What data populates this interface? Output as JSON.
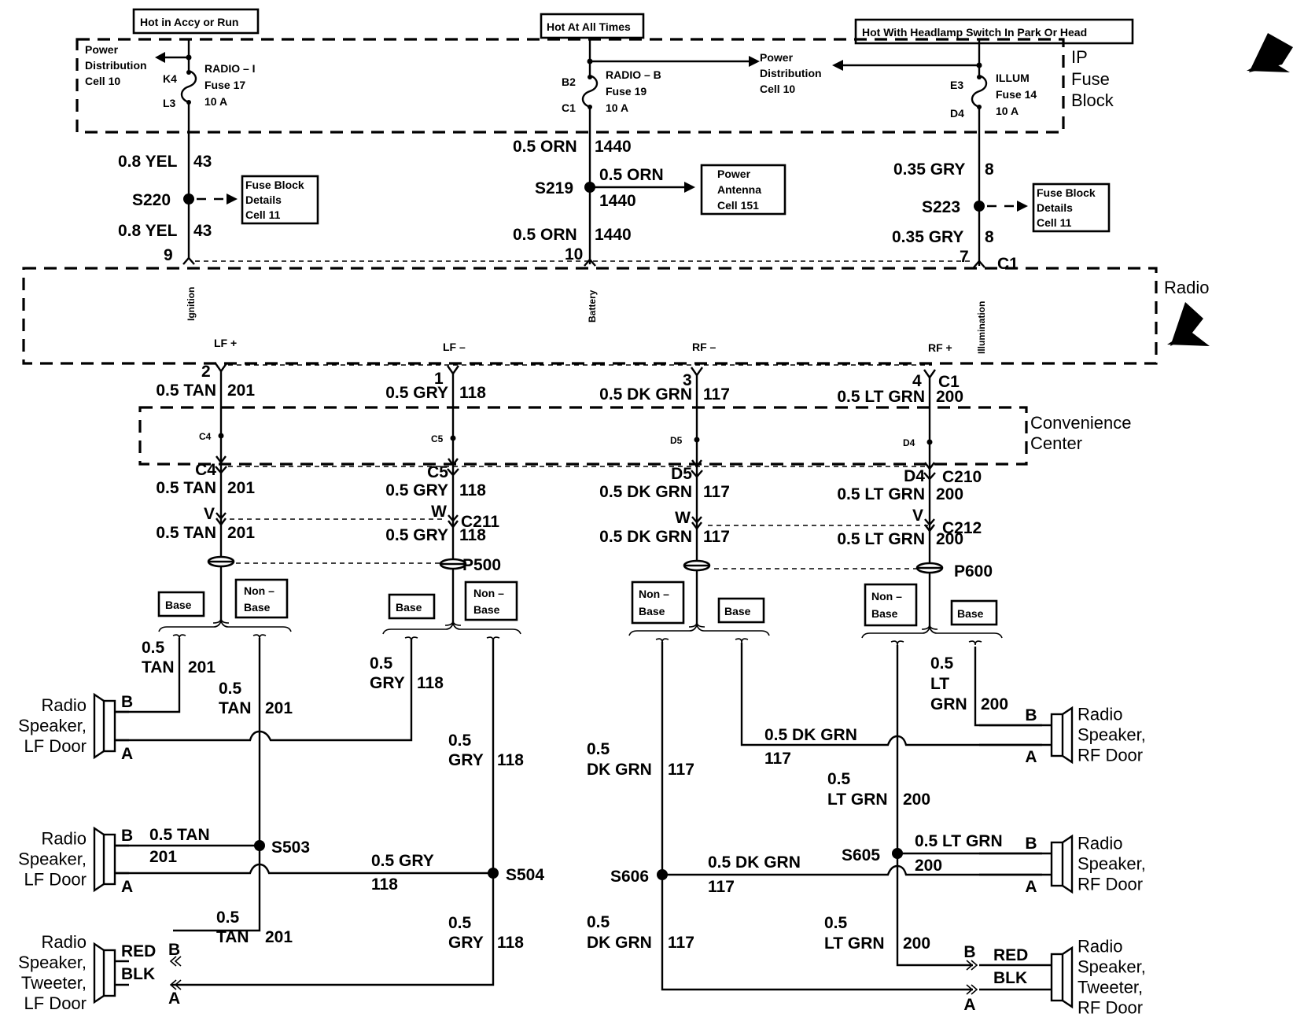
{
  "power_sources": {
    "accy_run": "Hot in Accy or Run",
    "all_times": "Hot At All Times",
    "headlamp": "Hot With Headlamp Switch In Park Or Head"
  },
  "ip_fuse_block": {
    "label_line1": "IP",
    "label_line2": "Fuse",
    "label_line3": "Block",
    "power_dist_left": [
      "Power",
      "Distribution",
      "Cell 10"
    ],
    "power_dist_mid": [
      "Power",
      "Distribution",
      "Cell 10"
    ],
    "fuses": [
      {
        "name": "RADIO – I",
        "fuse": "Fuse 17",
        "rating": "10 A",
        "pin_in": "K4",
        "pin_out": "L3"
      },
      {
        "name": "RADIO – B",
        "fuse": "Fuse 19",
        "rating": "10 A",
        "pin_in": "B2",
        "pin_out": "C1"
      },
      {
        "name": "ILLUM",
        "fuse": "Fuse 14",
        "rating": "10 A",
        "pin_in": "E3",
        "pin_out": "D4"
      }
    ]
  },
  "feed_wires": {
    "ign_upper": {
      "gauge": "0.8 YEL",
      "circuit": "43"
    },
    "ign_lower": {
      "gauge": "0.8 YEL",
      "circuit": "43"
    },
    "ign_splice": "S220",
    "ign_pin": "9",
    "bat_upper": {
      "gauge": "0.5 ORN",
      "circuit": "1440"
    },
    "bat_branch": {
      "gauge": "0.5 ORN",
      "circuit": "1440"
    },
    "bat_lower": {
      "gauge": "0.5 ORN",
      "circuit": "1440"
    },
    "bat_splice": "S219",
    "bat_pin": "10",
    "illum_upper": {
      "gauge": "0.35 GRY",
      "circuit": "8"
    },
    "illum_lower": {
      "gauge": "0.35 GRY",
      "circuit": "8"
    },
    "illum_splice": "S223",
    "illum_pin": "7",
    "radio_connector": "C1"
  },
  "ref_boxes": {
    "fuse_block_details_left": [
      "Fuse Block",
      "Details",
      "Cell 11"
    ],
    "fuse_block_details_right": [
      "Fuse Block",
      "Details",
      "Cell 11"
    ],
    "power_antenna": [
      "Power",
      "Antenna",
      "Cell 151"
    ]
  },
  "radio": {
    "label": "Radio",
    "terminals": {
      "ignition": "Ignition",
      "battery": "Battery",
      "illumination": "Illumination"
    },
    "speaker_outputs": {
      "lf_plus": "LF +",
      "lf_minus": "LF –",
      "rf_minus": "RF –",
      "rf_plus": "RF +"
    },
    "output_pins": [
      "2",
      "1",
      "3",
      "4"
    ],
    "output_connector": "C1",
    "esd_icon": "esd-sensitive-icon"
  },
  "convenience_center": {
    "label_line1": "Convenience",
    "label_line2": "Center",
    "internal_pins": [
      "C4",
      "C5",
      "D5",
      "D4"
    ]
  },
  "speaker_channels": [
    {
      "id": "lf_plus",
      "upper_wire": {
        "gauge": "0.5 TAN",
        "circuit": "201"
      },
      "cc_pin": "C4",
      "mid_wire": {
        "gauge": "0.5 TAN",
        "circuit": "201"
      },
      "inline_pin": "V",
      "lower_wire": {
        "gauge": "0.5 TAN",
        "circuit": "201"
      }
    },
    {
      "id": "lf_minus",
      "upper_wire": {
        "gauge": "0.5 GRY",
        "circuit": "118"
      },
      "cc_pin": "C5",
      "mid_wire": {
        "gauge": "0.5 GRY",
        "circuit": "118"
      },
      "inline_pin": "W",
      "lower_wire": {
        "gauge": "0.5 GRY",
        "circuit": "118"
      }
    },
    {
      "id": "rf_minus",
      "upper_wire": {
        "gauge": "0.5 DK GRN",
        "circuit": "117"
      },
      "cc_pin": "D5",
      "mid_wire": {
        "gauge": "0.5 DK GRN",
        "circuit": "117"
      },
      "inline_pin": "W",
      "lower_wire": {
        "gauge": "0.5 DK GRN",
        "circuit": "117"
      }
    },
    {
      "id": "rf_plus",
      "upper_wire": {
        "gauge": "0.5 LT GRN",
        "circuit": "200"
      },
      "cc_pin": "D4",
      "mid_wire": {
        "gauge": "0.5 LT GRN",
        "circuit": "200"
      },
      "inline_pin": "V",
      "lower_wire": {
        "gauge": "0.5 LT GRN",
        "circuit": "200"
      }
    }
  ],
  "connectors": {
    "c210": "C210",
    "c211": "C211",
    "c212": "C212",
    "p500": "P500",
    "p600": "P600"
  },
  "options": {
    "base": "Base",
    "non_base_1": "Non –",
    "non_base_2": "Base"
  },
  "lf_side": {
    "base_tan": {
      "gauge_1": "0.5",
      "gauge_2": "TAN",
      "circuit": "201"
    },
    "nonbase_tan": {
      "gauge_1": "0.5",
      "gauge_2": "TAN",
      "circuit": "201"
    },
    "base_gry": {
      "gauge_1": "0.5",
      "gauge_2": "GRY",
      "circuit": "118"
    },
    "nonbase_gry": {
      "gauge_1": "0.5",
      "gauge_2": "GRY",
      "circuit": "118"
    },
    "s503": "S503",
    "s504": "S504",
    "s503_wire": {
      "gauge": "0.5 TAN",
      "circuit": "201"
    },
    "s504_wire": {
      "gauge": "0.5 GRY",
      "circuit": "118"
    },
    "tweeter_tan": {
      "gauge_1": "0.5",
      "gauge_2": "TAN",
      "circuit": "201"
    },
    "tweeter_gry": {
      "gauge_1": "0.5",
      "gauge_2": "GRY",
      "circuit": "118"
    }
  },
  "rf_side": {
    "base_dkgrn": {
      "gauge": "0.5 DK GRN",
      "circuit": "117"
    },
    "nonbase_dkgrn": {
      "gauge_1": "0.5",
      "gauge_2": "DK GRN",
      "circuit": "117"
    },
    "base_ltgrn": {
      "gauge_1": "0.5",
      "gauge_2": "LT",
      "gauge_3": "GRN",
      "circuit": "200"
    },
    "nonbase_ltgrn": {
      "gauge_1": "0.5",
      "gauge_2": "LT GRN",
      "circuit": "200"
    },
    "s605": "S605",
    "s606": "S606",
    "s605_wire": {
      "gauge": "0.5 LT GRN",
      "circuit": "200"
    },
    "s606_wire": {
      "gauge": "0.5 DK GRN",
      "circuit": "117"
    },
    "tweeter_dkgrn": {
      "gauge_1": "0.5",
      "gauge_2": "DK GRN",
      "circuit": "117"
    },
    "tweeter_ltgrn": {
      "gauge_1": "0.5",
      "gauge_2": "LT GRN",
      "circuit": "200"
    }
  },
  "speakers": [
    {
      "id": "lf_door_base",
      "line1": "Radio",
      "line2": "Speaker,",
      "line3": "LF Door",
      "pin_b": "B",
      "pin_a": "A"
    },
    {
      "id": "lf_door_nonbase",
      "line1": "Radio",
      "line2": "Speaker,",
      "line3": "LF Door",
      "pin_b": "B",
      "pin_a": "A"
    },
    {
      "id": "lf_tweeter",
      "line1": "Radio",
      "line2": "Speaker,",
      "line3": "Tweeter,",
      "line4": "LF Door",
      "pin_b": "B",
      "pin_a": "A",
      "wire_b": "RED",
      "wire_a": "BLK"
    },
    {
      "id": "rf_door_base",
      "line1": "Radio",
      "line2": "Speaker,",
      "line3": "RF Door",
      "pin_b": "B",
      "pin_a": "A"
    },
    {
      "id": "rf_door_nonbase",
      "line1": "Radio",
      "line2": "Speaker,",
      "line3": "RF Door",
      "pin_b": "B",
      "pin_a": "A"
    },
    {
      "id": "rf_tweeter",
      "line1": "Radio",
      "line2": "Speaker,",
      "line3": "Tweeter,",
      "line4": "RF Door",
      "pin_b": "B",
      "pin_a": "A",
      "wire_b": "RED",
      "wire_a": "BLK"
    }
  ]
}
